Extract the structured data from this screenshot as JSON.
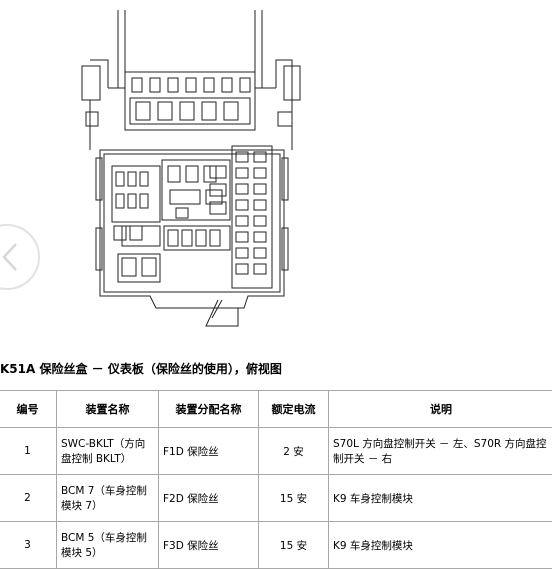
{
  "caption": "K51A 保险丝盒 － 仪表板（保险丝的使用），俯视图",
  "table": {
    "headers": [
      "编号",
      "装置名称",
      "装置分配名称",
      "额定电流",
      "说明"
    ],
    "rows": [
      {
        "no": "1",
        "device": "SWC-BKLT（方向盘控制 BKLT）",
        "assign": "F1D 保险丝",
        "rating": "2 安",
        "desc": "S70L 方向盘控制开关 － 左、S70R 方向盘控制开关 － 右"
      },
      {
        "no": "2",
        "device": "BCM 7（车身控制模块 7）",
        "assign": "F2D 保险丝",
        "rating": "15 安",
        "desc": "K9 车身控制模块"
      },
      {
        "no": "3",
        "device": "BCM 5（车身控制模块 5）",
        "assign": "F3D 保险丝",
        "rating": "15 安",
        "desc": "K9 车身控制模块"
      }
    ]
  }
}
